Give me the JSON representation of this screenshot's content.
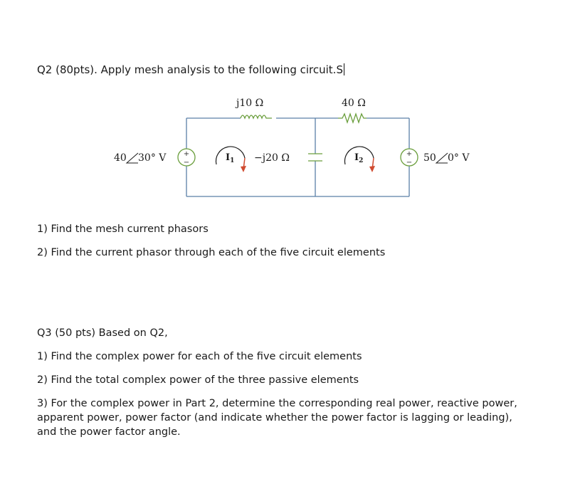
{
  "q2": {
    "title": "Q2 (80pts). Apply mesh analysis to the following circuit.S",
    "items": [
      "1) Find the mesh current phasors",
      "2) Find the current phasor through each of the five circuit elements"
    ]
  },
  "circuit": {
    "inductor_label": "j10 Ω",
    "resistor_label": "40 Ω",
    "capacitor_label": "−j20 Ω",
    "source_left_mag": "40",
    "source_left_angle": "30° V",
    "source_right_mag": "50",
    "source_right_angle": "0° V",
    "mesh1_label": "I",
    "mesh1_sub": "1",
    "mesh2_label": "I",
    "mesh2_sub": "2",
    "plus_sign": "+",
    "minus_sign": "−"
  },
  "q3": {
    "title": "Q3 (50 pts) Based on Q2,",
    "items": [
      "1) Find the complex power for each of the five circuit elements",
      "2) Find the total complex power of the three passive elements"
    ],
    "item3_lines": [
      "3) For the complex power in Part 2, determine the corresponding real power, reactive power,",
      "apparent power, power factor (and indicate whether the power factor is lagging or leading),",
      "and the power factor angle."
    ]
  },
  "colors": {
    "wire": "#5a7fa8",
    "source": "#6a9e3c",
    "arrow": "#d04b30"
  }
}
